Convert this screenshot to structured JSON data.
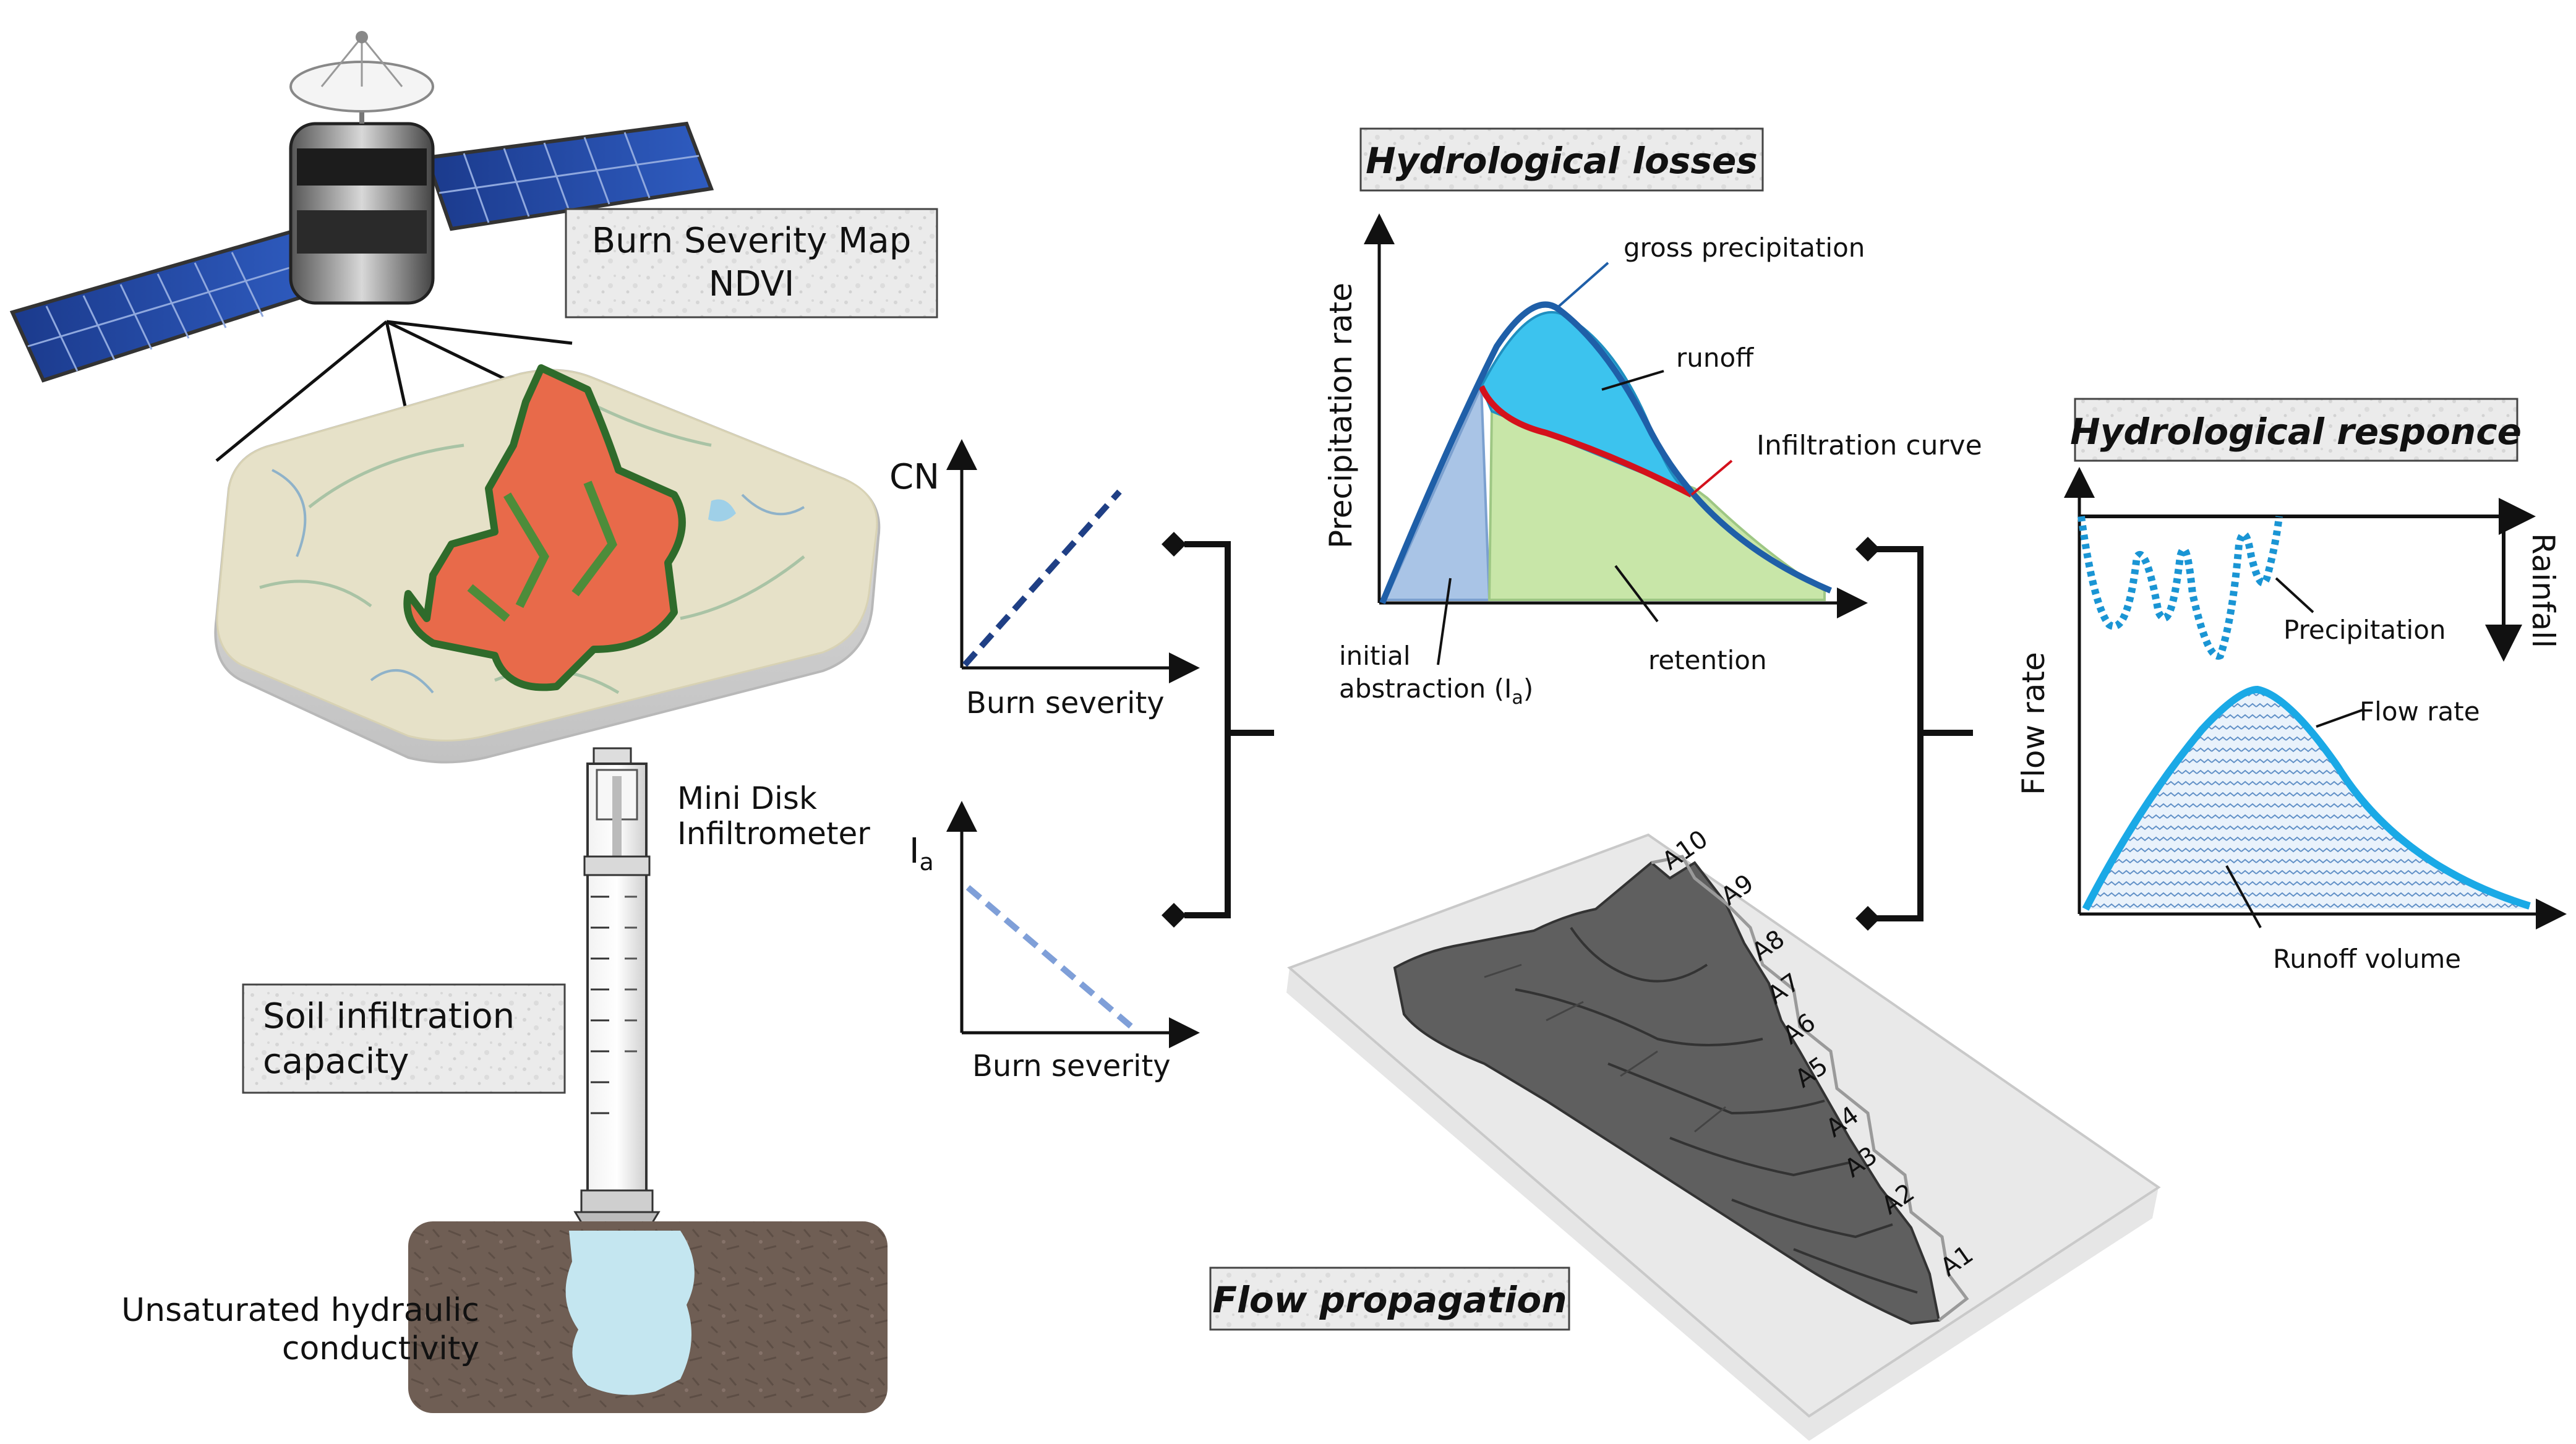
{
  "satellite": {
    "map_box": [
      "Burn Severity Map",
      "NDVI"
    ]
  },
  "infiltrometer": {
    "label": [
      "Mini Disk",
      "Infiltrometer"
    ],
    "soil_box": [
      "Soil infiltration",
      "capacity"
    ],
    "conductivity": [
      "Unsaturated hydraulic",
      "conductivity"
    ]
  },
  "cn_graph": {
    "ylabel": "CN",
    "xlabel": "Burn severity"
  },
  "ia_graph": {
    "ylabel": "I",
    "ylabel_sub": "a",
    "xlabel": "Burn severity"
  },
  "losses": {
    "title": "Hydrological losses",
    "ylabel": "Precipitation rate",
    "gross": "gross precipitation",
    "runoff": "runoff",
    "infiltration": "Infiltration curve",
    "initial": "initial",
    "abstraction": "abstraction (I",
    "abstraction_sub": "a",
    "abstraction_close": ")",
    "retention": "retention"
  },
  "response": {
    "title": "Hydrological responce",
    "rainfall": "Rainfall",
    "precipitation": "Precipitation",
    "flow_rate_axis": "Flow rate",
    "flow_rate": "Flow rate",
    "runoff_volume": "Runoff volume"
  },
  "flow": {
    "title": "Flow propagation",
    "subbasins": [
      "A10",
      "A9",
      "A8",
      "A7",
      "A6",
      "A5",
      "A4",
      "A3",
      "A2",
      "A1"
    ]
  },
  "colors": {
    "runoff": "#3cc3ee",
    "retention": "#c8e6a8",
    "initial_abstraction": "#a9c4e6",
    "infiltration": "#d4111c",
    "gross_outline": "#1f5fa8",
    "flow_curve": "#1aa9e6",
    "cn_line": "#1f3f85",
    "ia_line": "#7f9fd8"
  }
}
